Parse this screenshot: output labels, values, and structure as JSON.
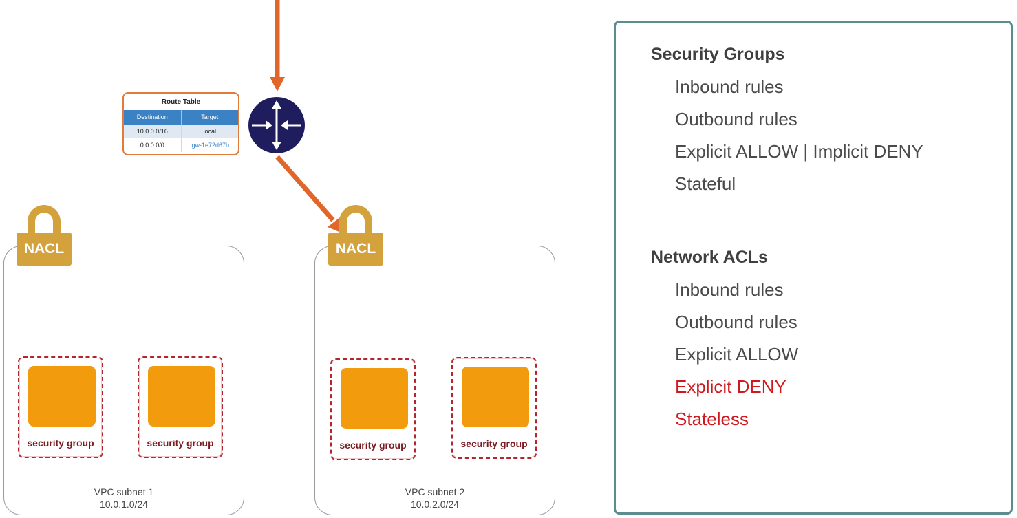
{
  "route_table": {
    "title": "Route Table",
    "columns": [
      "Destination",
      "Target"
    ],
    "rows": [
      {
        "destination": "10.0.0.0/16",
        "target": "local"
      },
      {
        "destination": "0.0.0.0/0",
        "target": "igw-1e72d67b"
      }
    ]
  },
  "subnets": [
    {
      "nacl_label": "NACL",
      "name": "VPC subnet 1",
      "cidr": "10.0.1.0/24",
      "security_groups": [
        "security group",
        "security group"
      ]
    },
    {
      "nacl_label": "NACL",
      "name": "VPC subnet 2",
      "cidr": "10.0.2.0/24",
      "security_groups": [
        "security group",
        "security group"
      ]
    }
  ],
  "panel": {
    "sections": [
      {
        "heading": "Security Groups",
        "items": [
          "Inbound rules",
          "Outbound rules",
          "Explicit ALLOW | Implicit DENY",
          "Stateful"
        ]
      },
      {
        "heading": "Network ACLs",
        "items": [
          "Inbound rules",
          "Outbound rules",
          "Explicit ALLOW",
          "Explicit DENY",
          "Stateless"
        ]
      }
    ]
  },
  "colors": {
    "arrow": "#e0662a",
    "router": "#1f1d5e",
    "nacl_gold": "#d4a23c",
    "instance": "#f29b0c",
    "security_group_border": "#b3262d",
    "panel_border": "#5b8c8e",
    "highlight_red": "#d0191f"
  },
  "icons": [
    "router-icon",
    "lock-icon",
    "ec2-instance-icon"
  ]
}
